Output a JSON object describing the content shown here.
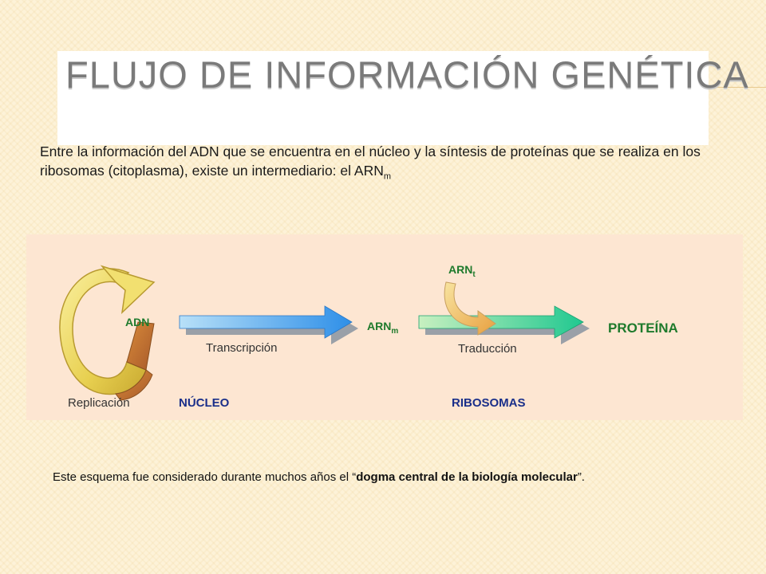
{
  "slide": {
    "title": "FLUJO DE INFORMACIÓN GENÉTICA",
    "intro_text": "Entre la información del ADN que se encuentra en el núcleo y la síntesis de proteínas que se realiza en los ribosomas (citoplasma), existe un intermediario: el ARN",
    "intro_subscript": "m"
  },
  "diagram": {
    "adn_label": "ADN",
    "replicacion_label": "Replicación",
    "transcripcion_label": "Transcripción",
    "arnm_label": "ARN",
    "arnm_sub": "m",
    "arnt_label": "ARN",
    "arnt_sub": "t",
    "traduccion_label": "Traducción",
    "proteina_label": "PROTEÍNA",
    "nucleo_label": "NÚCLEO",
    "ribosomas_label": "RIBOSOMAS",
    "colors": {
      "green_text": "#1e7a2c",
      "blue_text": "#1a2f8a",
      "arrow_blue": "#3aa0f0",
      "arrow_green": "#2fcf9a",
      "cycle_yellow": "#f0e070",
      "arnt_arrow": "#f0b050"
    }
  },
  "footer": {
    "prefix": "Este esquema fue considerado durante muchos años el “",
    "bold": "dogma central de la biología molecular",
    "suffix": "”."
  }
}
